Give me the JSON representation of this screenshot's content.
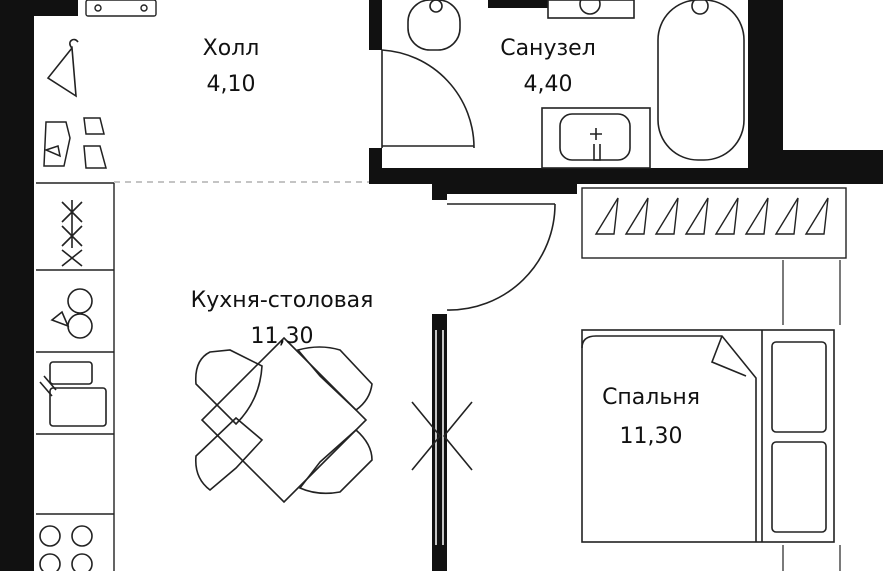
{
  "rooms": [
    {
      "id": "hall",
      "name": "Холл",
      "area": "4,10"
    },
    {
      "id": "bathroom",
      "name": "Санузел",
      "area": "4,40"
    },
    {
      "id": "kitchen",
      "name": "Кухня-столовая",
      "area": "11,30"
    },
    {
      "id": "bedroom",
      "name": "Спальня",
      "area": "11,30"
    }
  ],
  "colors": {
    "wall": "#111111",
    "line": "#1a1a1a",
    "background": "#ffffff"
  }
}
